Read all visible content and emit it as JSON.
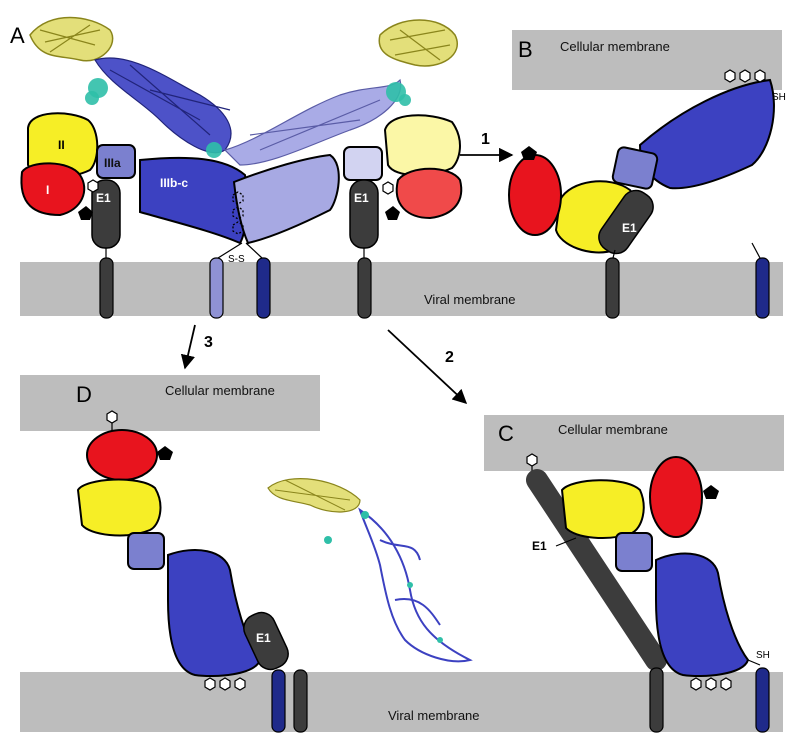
{
  "panels": {
    "a": {
      "letter": "A"
    },
    "b": {
      "letter": "B",
      "membrane_label": "Cellular membrane",
      "sh_label": "SH",
      "e1_label": "E1"
    },
    "c": {
      "letter": "C",
      "membrane_label": "Cellular membrane",
      "sh_label": "SH",
      "e1_label": "E1"
    },
    "d": {
      "letter": "D",
      "membrane_label": "Cellular membrane",
      "e1_label": "E1"
    }
  },
  "viral_membrane_label": "Viral membrane",
  "domains": {
    "I": "I",
    "II": "II",
    "IIIa": "IIIa",
    "IIIbc": "IIIb-c",
    "E1": "E1",
    "SS": "S-S"
  },
  "steps": {
    "s1": "1",
    "s2": "2",
    "s3": "3"
  },
  "colors": {
    "domain_I": "#e8141e",
    "domain_II": "#f6ee26",
    "domain_IIIa": "#7b80cf",
    "domain_IIIbc": "#3c41c1",
    "domain_I_light": "#f04a4a",
    "domain_II_light": "#fbf7a6",
    "domain_IIIa_light": "#d2d3f1",
    "domain_IIIbc_light": "#a7a9e3",
    "e1": "#3c3c3c",
    "membrane": "#bdbdbd",
    "tm_dark": "#1f2a8a"
  }
}
